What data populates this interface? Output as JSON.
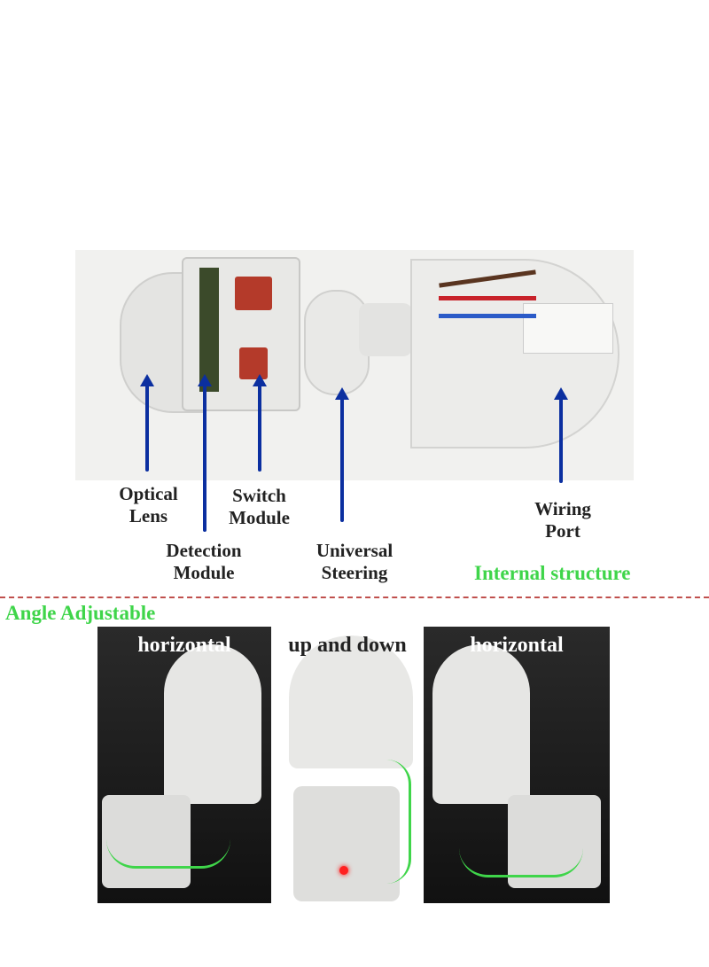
{
  "labels": {
    "optical_lens": [
      "Optical",
      "Lens"
    ],
    "detection_module": [
      "Detection",
      "Module"
    ],
    "switch_module": [
      "Switch",
      "Module"
    ],
    "universal_steering": [
      "Universal",
      "Steering"
    ],
    "wiring_port": [
      "Wiring",
      "Port"
    ]
  },
  "section_titles": {
    "internal_structure": "Internal structure",
    "angle_adjustable": "Angle Adjustable"
  },
  "photos": [
    {
      "caption": "horizontal"
    },
    {
      "caption": "up and down"
    },
    {
      "caption": "horizontal"
    }
  ],
  "colors": {
    "arrow": "#0b2fa0",
    "accent_green": "#3fd54a",
    "divider": "#c0504d"
  }
}
